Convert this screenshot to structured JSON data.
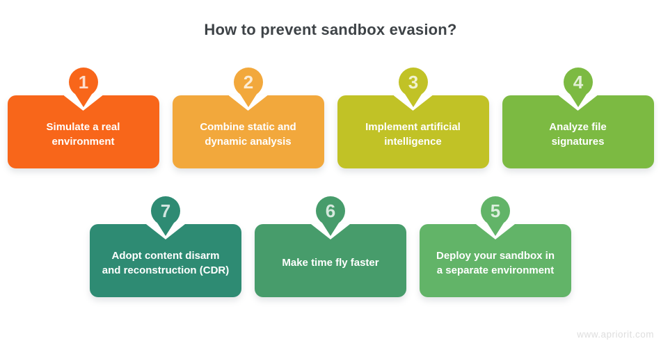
{
  "title": "How to prevent sandbox evasion?",
  "footer": "www.apriorit.com",
  "palette": {
    "background": "#FFFFFF",
    "title_color": "#3E4347",
    "footer_color": "#DEDEDE",
    "card_text_color": "#FFFFFF",
    "pin_number_color": "rgba(255,255,255,0.78)"
  },
  "rows": [
    {
      "steps": [
        {
          "num": "1",
          "label": "Simulate a real\nenvironment",
          "color": "#F8661A"
        },
        {
          "num": "2",
          "label": "Combine static and\ndynamic analysis",
          "color": "#F2A83C"
        },
        {
          "num": "3",
          "label": "Implement artificial\nintelligence",
          "color": "#C1C226"
        },
        {
          "num": "4",
          "label": "Analyze file\nsignatures",
          "color": "#7CBA42"
        }
      ]
    },
    {
      "steps": [
        {
          "num": "7",
          "label": "Adopt content disarm\nand reconstruction (CDR)",
          "color": "#2E8B73"
        },
        {
          "num": "6",
          "label": "Make time fly faster",
          "color": "#479C6B"
        },
        {
          "num": "5",
          "label": "Deploy your sandbox in\na separate environment",
          "color": "#62B468"
        }
      ]
    }
  ]
}
